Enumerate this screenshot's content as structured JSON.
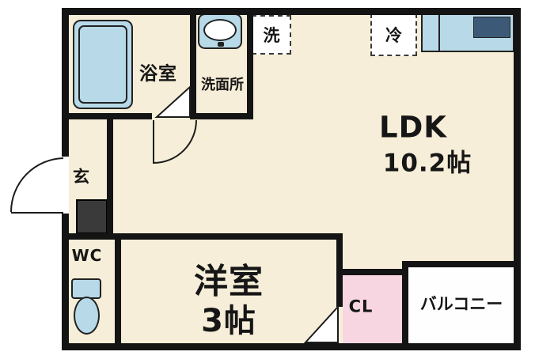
{
  "floorplan": {
    "rooms": {
      "bathroom": {
        "label": "浴室"
      },
      "washroom": {
        "label": "洗面所"
      },
      "washer": {
        "label": "洗"
      },
      "refrigerator": {
        "label": "冷"
      },
      "ldk": {
        "label": "LDK",
        "size": "10.2帖"
      },
      "entrance": {
        "label": "玄"
      },
      "toilet": {
        "label": "WC"
      },
      "western_room": {
        "label": "洋室",
        "size": "3帖"
      },
      "closet": {
        "label": "CL"
      },
      "balcony": {
        "label": "バルコニー"
      }
    },
    "colors": {
      "floor": "#f6eed8",
      "fixture_blue": "#b7d9e8",
      "fixture_dark_blue": "#3c5a78",
      "closet_pink": "#f7d6e2",
      "balcony_floor": "#fefefe",
      "wall_black": "#141414"
    }
  }
}
